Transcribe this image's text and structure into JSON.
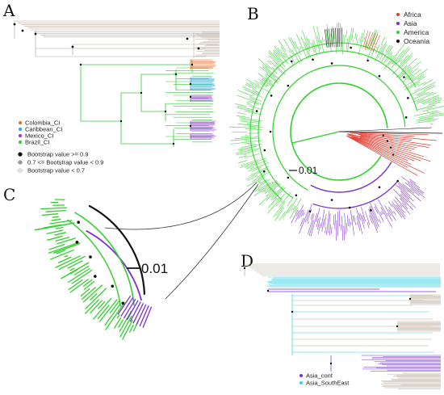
{
  "colors": {
    "africa": "#e03a2a",
    "asia": "#7a2fd0",
    "america": "#2ed12a",
    "oceania": "#111111",
    "colombia": "#f06a2a",
    "caribbean": "#2aa7e8",
    "mexico": "#9b35d6",
    "brazil": "#35c93a",
    "asia_cont": "#7a2fd0",
    "asia_southeast": "#35d0e8",
    "backbone": "#b9a89a"
  },
  "panels": {
    "a": {
      "letter": "A",
      "clade_legend": [
        {
          "label": "Colombia_CI",
          "color_key": "colombia"
        },
        {
          "label": "Caribbean_CI",
          "color_key": "caribbean"
        },
        {
          "label": "Mexico_CI",
          "color_key": "mexico"
        },
        {
          "label": "Brazil_CI",
          "color_key": "brazil"
        }
      ],
      "bootstrap_legend": [
        {
          "label": "Bootstrap value >= 0.9",
          "shade": "#111111"
        },
        {
          "label": "0.7 <= Bootstrap value < 0.9",
          "shade": "#9a9a9a"
        },
        {
          "label": "Bootstrap value < 0.7",
          "shade": "#e2e2e2"
        }
      ]
    },
    "b": {
      "letter": "B",
      "legend": [
        {
          "label": "Africa",
          "color_key": "africa"
        },
        {
          "label": "Asia",
          "color_key": "asia"
        },
        {
          "label": "America",
          "color_key": "america"
        },
        {
          "label": "Oceanía",
          "color_key": "oceania"
        }
      ],
      "scale": "0.01"
    },
    "c": {
      "letter": "C",
      "scale": "0.01"
    },
    "d": {
      "letter": "D",
      "legend": [
        {
          "label": "Asia_cont",
          "color_key": "asia_cont"
        },
        {
          "label": "Asia_SouthEast",
          "color_key": "asia_southeast"
        }
      ]
    }
  }
}
